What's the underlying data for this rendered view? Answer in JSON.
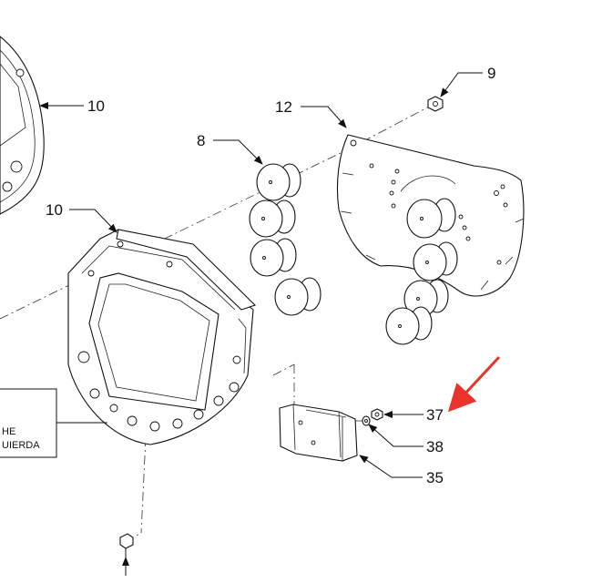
{
  "callouts": {
    "c9": "9",
    "c10a": "10",
    "c10b": "10",
    "c12": "12",
    "c8": "8",
    "c37": "37",
    "c38": "38",
    "c35": "35"
  },
  "label_box": {
    "line1": "HE",
    "line2": "UIERDA"
  },
  "colors": {
    "line": "#111111",
    "highlight_arrow": "#e8332a",
    "background": "#ffffff"
  }
}
